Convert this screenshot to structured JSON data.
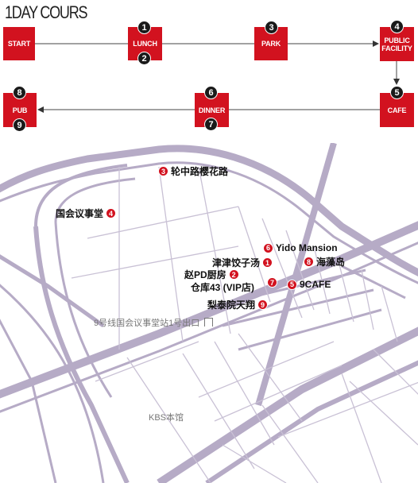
{
  "title": "1DAY COURS",
  "steps": {
    "start": "START",
    "lunch": "LUNCH",
    "park": "PARK",
    "public": "PUBLIC FACILITY",
    "cafe": "CAFE",
    "dinner": "DINNER",
    "pub": "PUB"
  },
  "badges": [
    "1",
    "2",
    "3",
    "4",
    "5",
    "6",
    "7",
    "8",
    "9"
  ],
  "places": {
    "p1": {
      "num": "1",
      "label": "津津饺子汤"
    },
    "p2": {
      "num": "2",
      "label": "赵PD厨房"
    },
    "p3": {
      "num": "3",
      "label": "轮中路樱花路"
    },
    "p4": {
      "num": "4",
      "label": "国会议事堂"
    },
    "p5": {
      "num": "5",
      "label": "9CAFE"
    },
    "p6": {
      "num": "6",
      "label": "Yido Mansion"
    },
    "p7": {
      "num": "7",
      "label": "仓库43 (VIP店)"
    },
    "p8": {
      "num": "8",
      "label": "海藻岛"
    },
    "p9": {
      "num": "9",
      "label": "梨泰院天翔"
    }
  },
  "map_labels": {
    "station": "9号线国会议事堂站1号出口",
    "kbs": "KBS本馆"
  },
  "colors": {
    "accent": "#d2121f",
    "road": "#b6abc6",
    "badge": "#1a1a1a"
  },
  "icons": {
    "exit": "exit-door-icon"
  }
}
